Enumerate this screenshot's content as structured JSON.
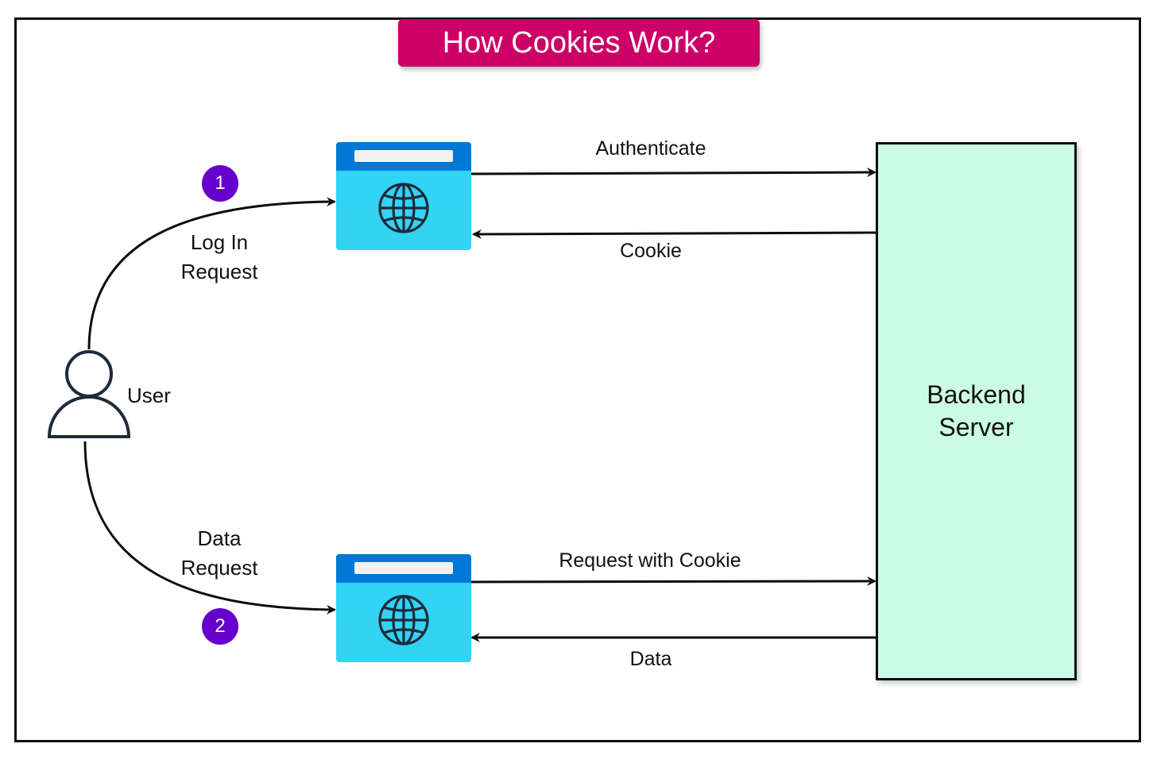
{
  "title": "How Cookies Work?",
  "colors": {
    "title_bg": "#cc0066",
    "badge": "#6600cc",
    "browser_titlebar": "#0078d4",
    "browser_body": "#33d2f2",
    "server_fill": "#ccfbe5",
    "line": "#0d0d0d"
  },
  "user": {
    "label": "User",
    "icon": "user-icon"
  },
  "steps": [
    {
      "number": "1",
      "label_line1": "Log In",
      "label_line2": "Request"
    },
    {
      "number": "2",
      "label_line1": "Data",
      "label_line2": "Request"
    }
  ],
  "browsers": [
    {
      "icon": "browser-window-globe-icon"
    },
    {
      "icon": "browser-window-globe-icon"
    }
  ],
  "server": {
    "label_line1": "Backend",
    "label_line2": "Server"
  },
  "arrows": {
    "authenticate": "Authenticate",
    "cookie": "Cookie",
    "request_with_cookie": "Request with Cookie",
    "data": "Data"
  }
}
